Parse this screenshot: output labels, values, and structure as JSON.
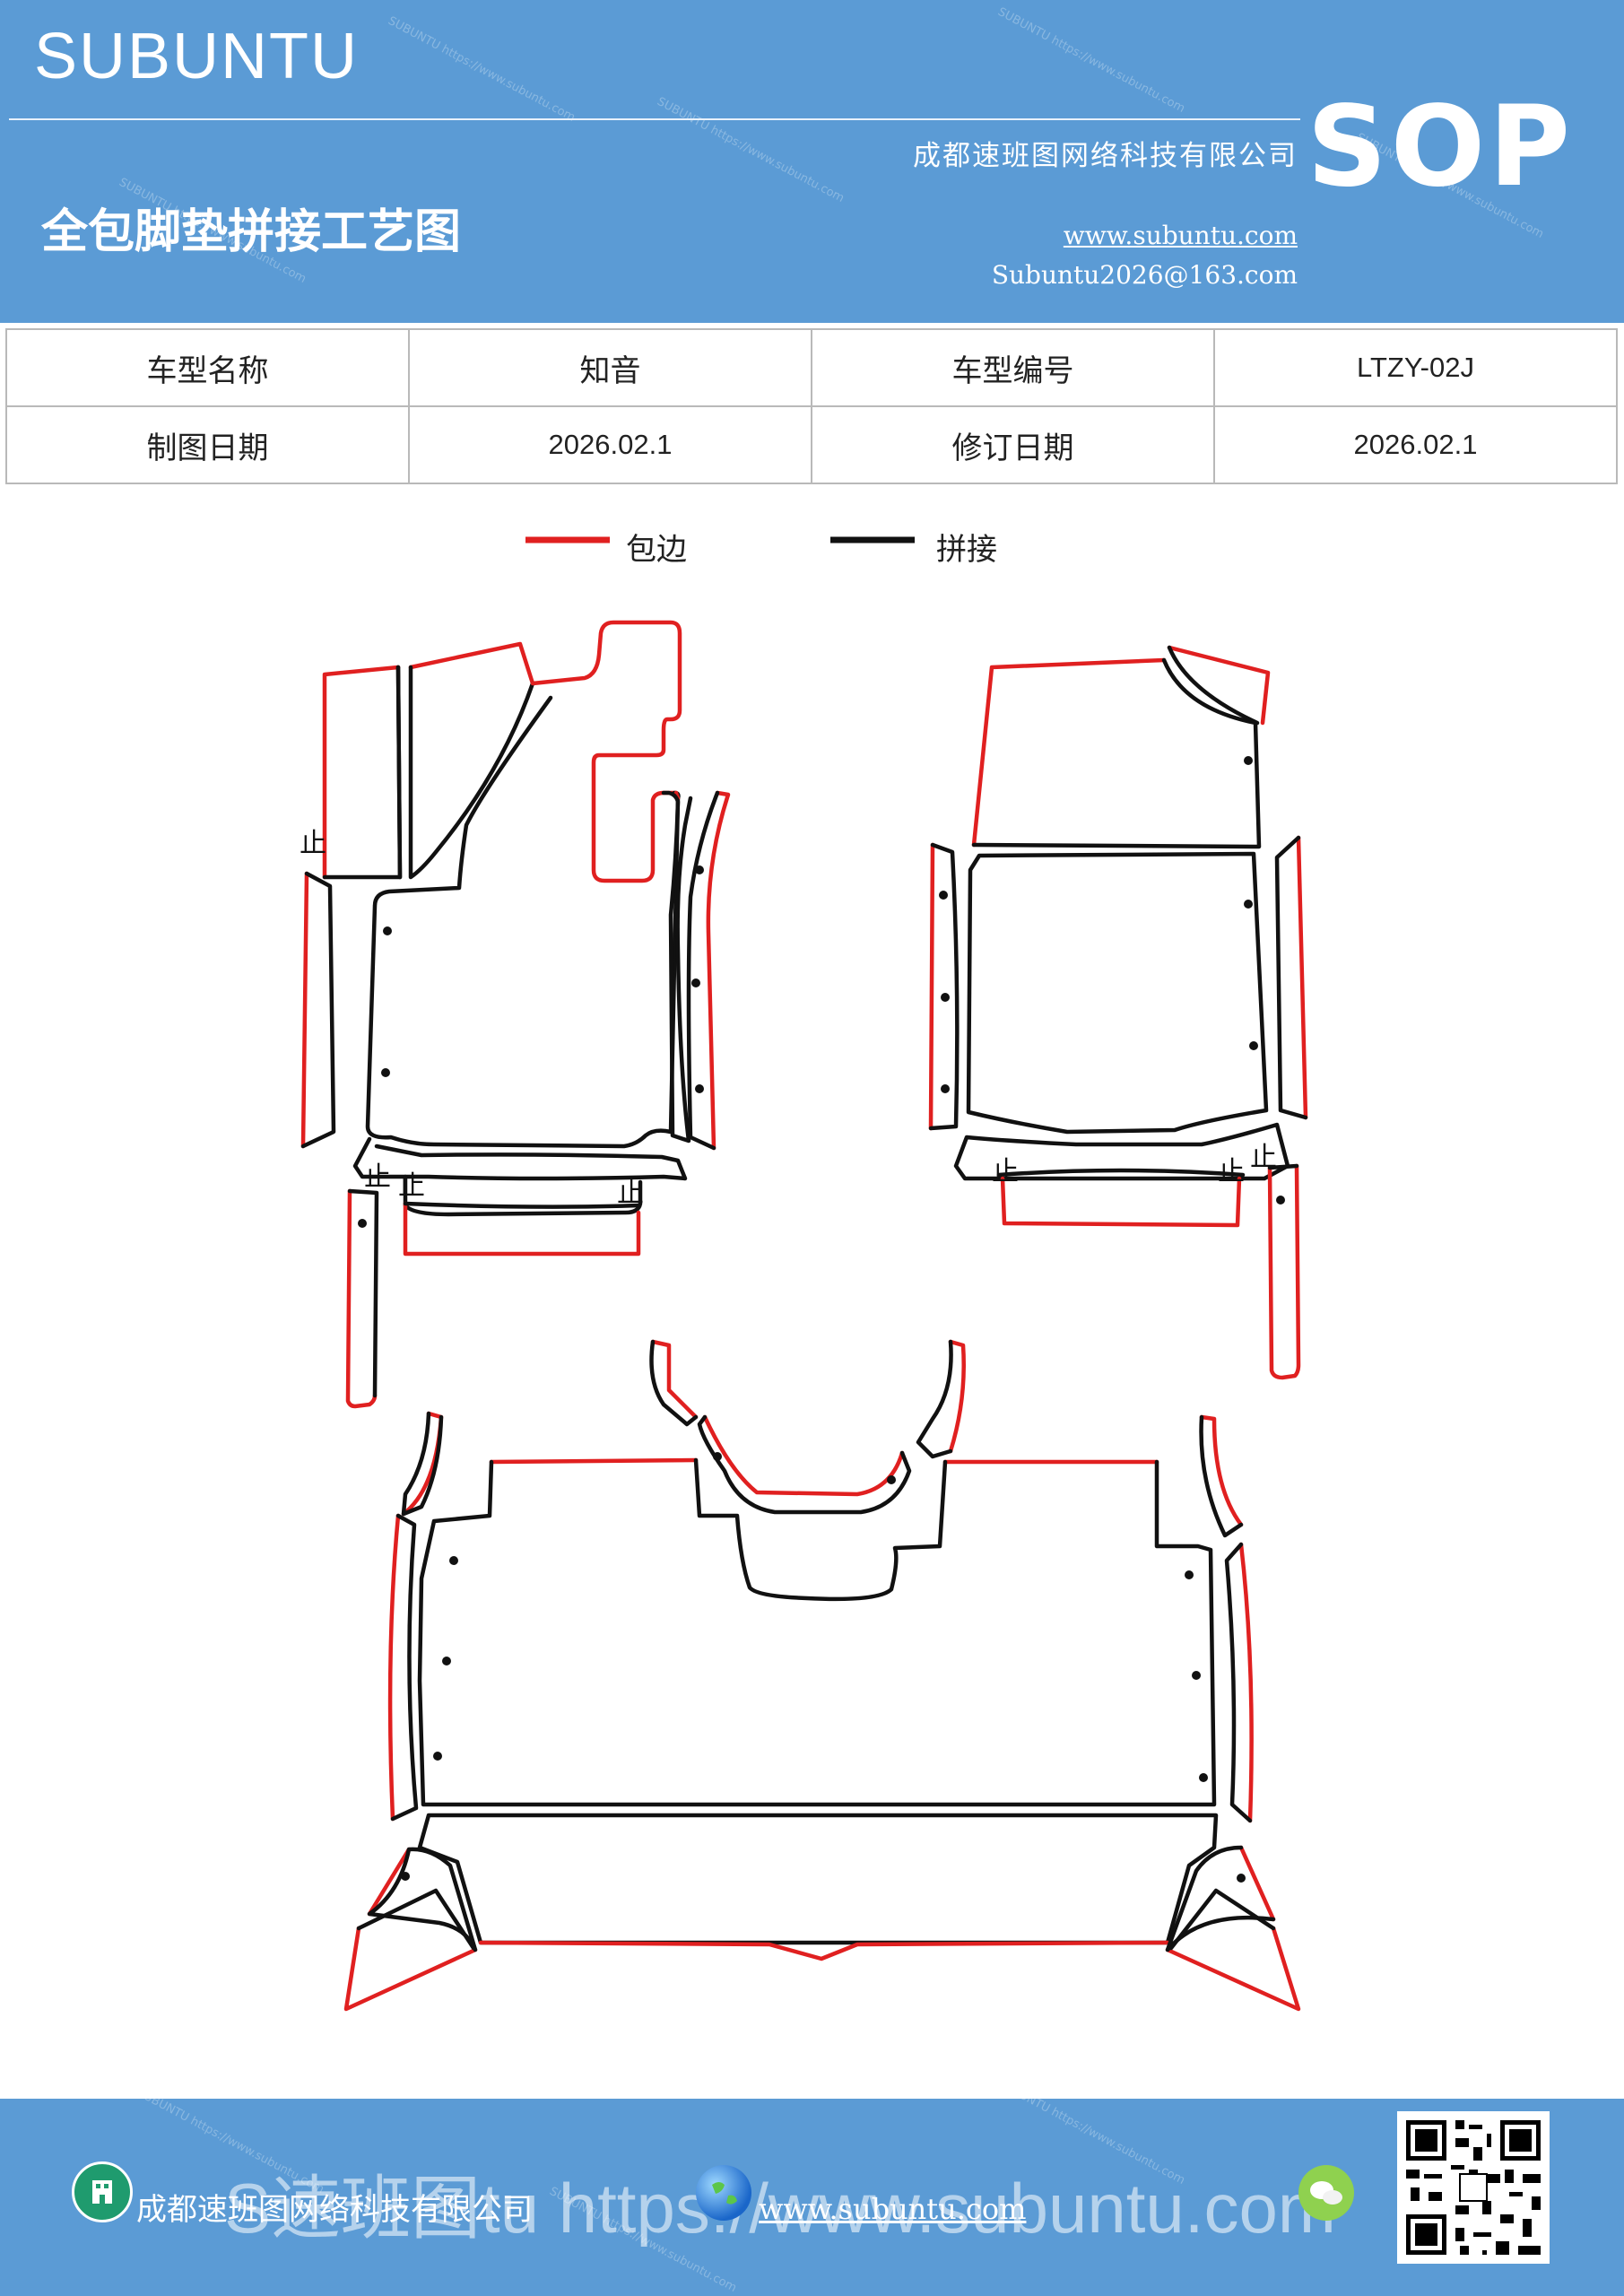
{
  "header": {
    "brand": "SUBUNTU",
    "badge": "SOP",
    "company": "成都速班图网络科技有限公司",
    "doc_title": "全包脚垫拼接工艺图",
    "website": "www.subuntu.com",
    "email": "Subuntu2026@163.com"
  },
  "info": {
    "model_name_label": "车型名称",
    "model_name": "知音",
    "model_code_label": "车型编号",
    "model_code": "LTZY-02J",
    "draw_date_label": "制图日期",
    "draw_date": "2026.02.1",
    "revise_date_label": "修订日期",
    "revise_date": "2026.02.1"
  },
  "legend": {
    "edge_label": "包边",
    "edge_color": "#e02020",
    "splice_label": "拼接",
    "splice_color": "#111111"
  },
  "diagram": {
    "stop_mark": "止"
  },
  "footer": {
    "company": "成都速班图网络科技有限公司",
    "website": "www.subuntu.com",
    "ghost_text": "S速班图tu https://www.subuntu.com"
  }
}
